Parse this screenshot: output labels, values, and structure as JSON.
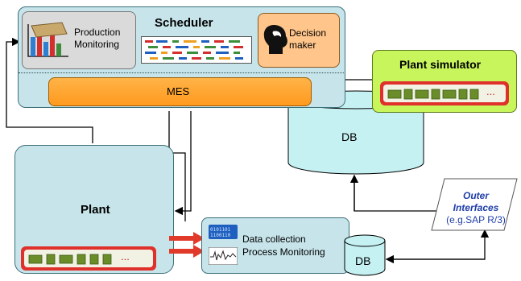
{
  "diagram": {
    "scheduler": {
      "title": "Scheduler"
    },
    "production_monitoring": {
      "line1": "Production",
      "line2": "Monitoring"
    },
    "decision_maker": {
      "line1": "Decision",
      "line2": "maker"
    },
    "mes": {
      "label": "MES"
    },
    "plant_simulator": {
      "title": "Plant simulator"
    },
    "db_main": {
      "label": "DB"
    },
    "plant": {
      "title": "Plant"
    },
    "data_collection": {
      "line1": "Data collection",
      "line2": "Process Monitoring"
    },
    "db_small": {
      "label": "DB"
    },
    "outer_interfaces": {
      "line1": "Outer",
      "line2": "Interfaces",
      "line3": "(e.g.SAP R/3)"
    },
    "machine_strip_more": "..."
  },
  "colors": {
    "teal_fill": "#c6e4ea",
    "teal_border": "#3c6f79",
    "mes_orange": "#ff9a1f",
    "decision_orange": "#ffc58a",
    "simulator_green": "#c9f55c",
    "strip_red": "#e0302b",
    "outer_blue": "#1f3ea8",
    "arrow_red": "#e23a2a"
  }
}
